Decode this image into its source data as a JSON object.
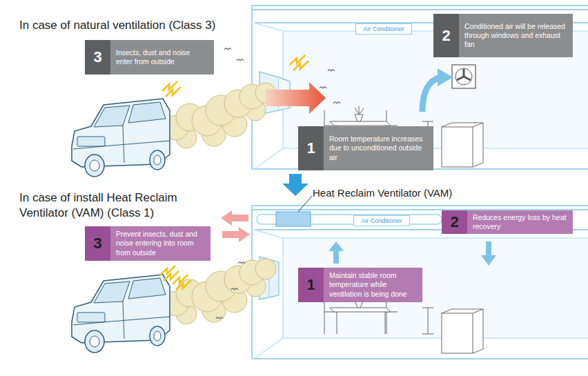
{
  "diagram": {
    "nodes": [
      {
        "text": [
          "Air Conditioner"
        ]
      },
      {
        "text": [
          "2",
          "Conditioned air will be released through windows and exhaust fan"
        ]
      },
      {
        "text": [
          "3",
          "Insects, dust and noise enter from outside"
        ]
      },
      {
        "text": [
          "1",
          "Room temperature increases due to unconditioned outside air"
        ]
      },
      {
        "text": [
          "2",
          "Reduces energy loss by heat recovery"
        ]
      },
      {
        "text": [
          "Air Conditioner"
        ]
      },
      {
        "text": [
          "3",
          "Prevent insects, dust and noise entering into room from outside"
        ]
      },
      {
        "text": [
          "1",
          "Maintain stable room temperature while ventilation is being done"
        ]
      }
    ],
    "labels": [
      "In case of natural ventilation (Class 3)",
      "Heat Reclaim Ventilator (VAM)",
      "In case of install Heat Reclaim Ventilator (VAM) (Class 1)"
    ]
  }
}
